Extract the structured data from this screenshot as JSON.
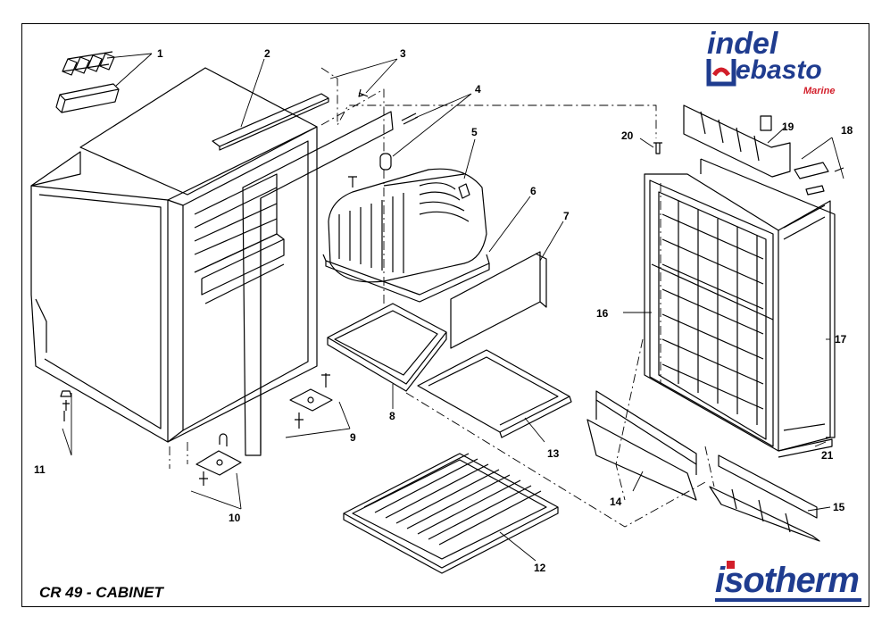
{
  "drawing": {
    "caption": "CR 49 - CABINET",
    "callouts": [
      "1",
      "2",
      "3",
      "4",
      "5",
      "6",
      "7",
      "8",
      "9",
      "10",
      "11",
      "12",
      "13",
      "14",
      "15",
      "16",
      "17",
      "18",
      "19",
      "20",
      "21"
    ]
  },
  "brand": {
    "logo_top_line1": "indel",
    "logo_top_line2": "ebasto",
    "logo_top_line3": "Marine",
    "logo_bottom": "isotherm",
    "primary_color": "#1f3c8f",
    "accent_color": "#d21e2a"
  }
}
